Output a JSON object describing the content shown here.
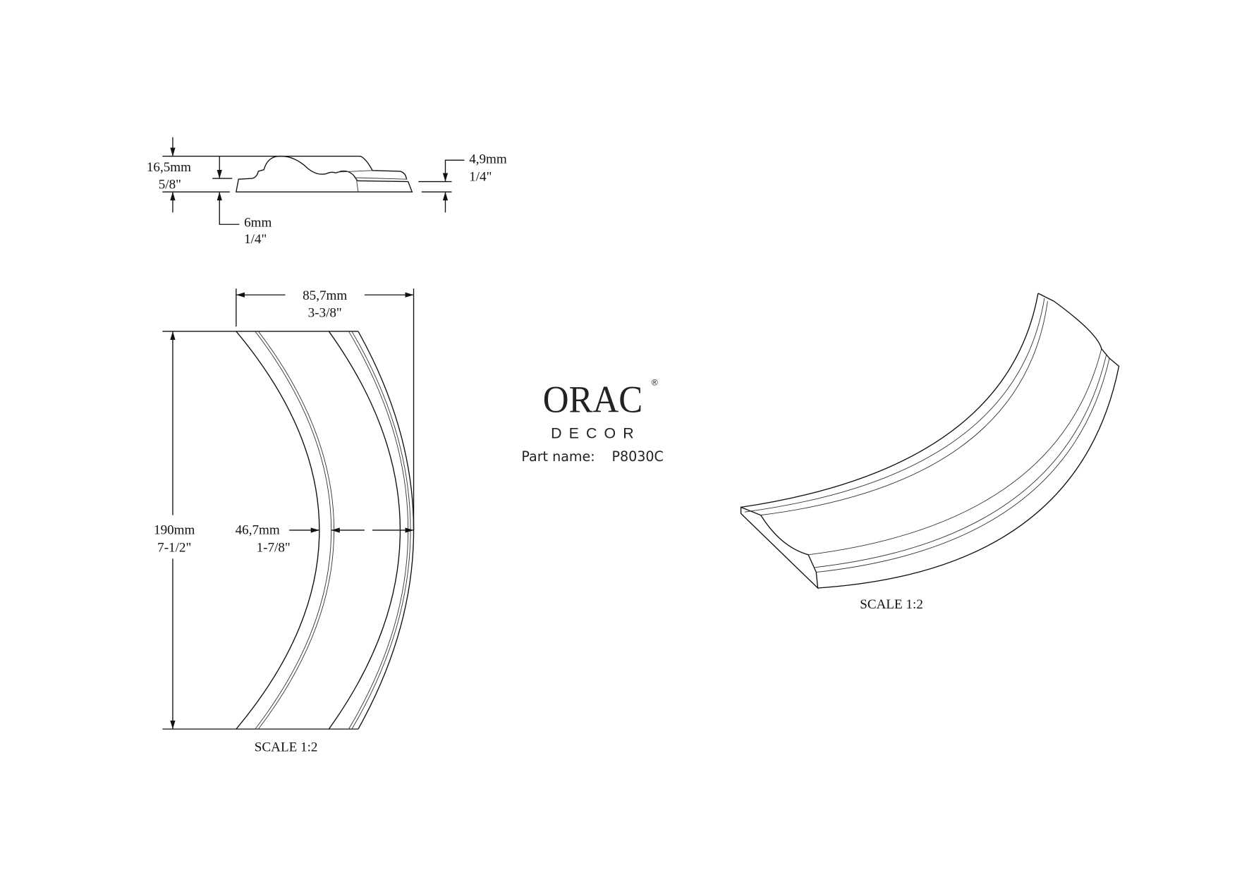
{
  "profile_view": {
    "height_mm": "16,5mm",
    "height_in": "5/8\"",
    "base_mm": "6mm",
    "base_in": "1/4\"",
    "lip_mm": "4,9mm",
    "lip_in": "1/4\""
  },
  "front_view": {
    "width_mm": "85,7mm",
    "width_in": "3-3/8\"",
    "length_mm": "190mm",
    "length_in": "7-1/2\"",
    "band_mm": "46,7mm",
    "band_in": "1-7/8\"",
    "scale": "SCALE  1:2"
  },
  "iso_view": {
    "scale": "SCALE  1:2"
  },
  "logo": {
    "brand": "ORAC",
    "registered": "®",
    "sub": "DECOR"
  },
  "part": {
    "label": "Part name:",
    "value": "P8030C"
  }
}
